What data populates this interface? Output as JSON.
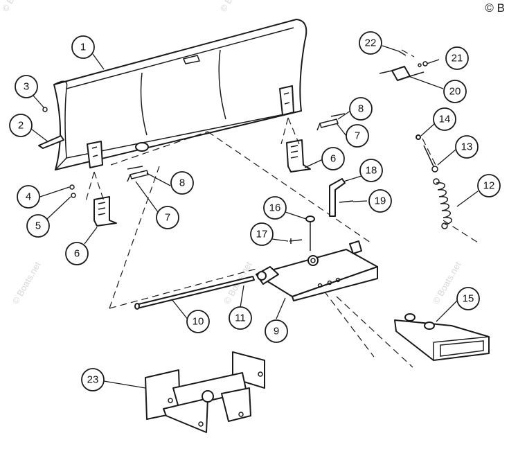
{
  "copyright": "© B",
  "watermark": "© Boats.net",
  "colors": {
    "ink": "#1a1a1a",
    "watermark": "#d8d8d8",
    "background": "#ffffff"
  },
  "callouts": [
    {
      "id": "c1",
      "label": "1"
    },
    {
      "id": "c2",
      "label": "2"
    },
    {
      "id": "c3",
      "label": "3"
    },
    {
      "id": "c4",
      "label": "4"
    },
    {
      "id": "c5",
      "label": "5"
    },
    {
      "id": "c6a",
      "label": "6"
    },
    {
      "id": "c7a",
      "label": "7"
    },
    {
      "id": "c8a",
      "label": "8"
    },
    {
      "id": "c6b",
      "label": "6"
    },
    {
      "id": "c7b",
      "label": "7"
    },
    {
      "id": "c8b",
      "label": "8"
    },
    {
      "id": "c9",
      "label": "9"
    },
    {
      "id": "c10",
      "label": "10"
    },
    {
      "id": "c11",
      "label": "11"
    },
    {
      "id": "c12",
      "label": "12"
    },
    {
      "id": "c13",
      "label": "13"
    },
    {
      "id": "c14",
      "label": "14"
    },
    {
      "id": "c15",
      "label": "15"
    },
    {
      "id": "c16",
      "label": "16"
    },
    {
      "id": "c17",
      "label": "17"
    },
    {
      "id": "c18",
      "label": "18"
    },
    {
      "id": "c19",
      "label": "19"
    },
    {
      "id": "c20",
      "label": "20"
    },
    {
      "id": "c21",
      "label": "21"
    },
    {
      "id": "c22",
      "label": "22"
    },
    {
      "id": "c23",
      "label": "23"
    }
  ]
}
